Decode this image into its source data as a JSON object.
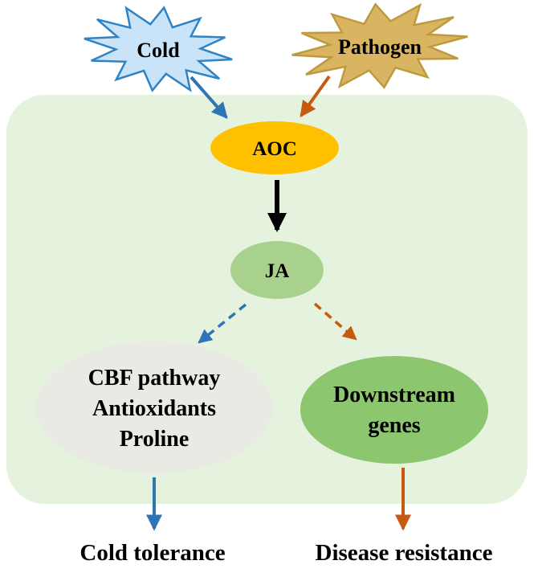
{
  "diagram": {
    "inputs": {
      "cold": {
        "label": "Cold",
        "fill": "#C9E3F8",
        "stroke": "#2E83C5"
      },
      "pathogen": {
        "label": "Pathogen",
        "fill": "#D9B561",
        "stroke": "#BE9A3F"
      }
    },
    "nodes": {
      "aoc": {
        "label": "AOC",
        "fill": "#FFC000"
      },
      "ja": {
        "label": "JA",
        "fill": "#A9D18E"
      },
      "cbf": {
        "lines": [
          "CBF pathway",
          "Antioxidants",
          "Proline"
        ],
        "fill": "#E8EAE3"
      },
      "downstream": {
        "lines": [
          "Downstream",
          "genes"
        ],
        "fill": "#8CC66E"
      }
    },
    "outcomes": {
      "cold": "Cold tolerance",
      "disease": "Disease resistance"
    },
    "colors": {
      "panel": "#E5F2DE",
      "blue": "#2E75B6",
      "orange": "#C55A11",
      "black": "#000000",
      "text": "#000000"
    }
  }
}
